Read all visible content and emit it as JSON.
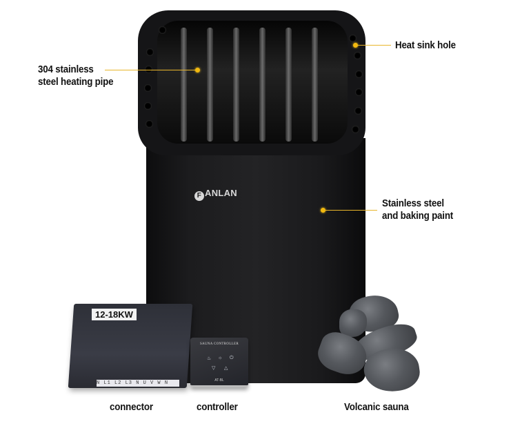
{
  "callouts": [
    {
      "id": "heating-pipe",
      "lines": [
        "304 stainless",
        "steel heating pipe"
      ]
    },
    {
      "id": "heat-sink-hole",
      "lines": [
        "Heat sink hole"
      ]
    },
    {
      "id": "baking-paint",
      "lines": [
        "Stainless steel",
        "and baking paint"
      ]
    }
  ],
  "product": {
    "brand": "ANLAN",
    "brand_logo_letter": "F"
  },
  "connector": {
    "power_label": "12-18KW",
    "terminal_text": "N L1 L2 L3 N U V W N",
    "caption": "connector"
  },
  "controller": {
    "title": "SAUNA CONTROLLER",
    "model": "AT-BL",
    "caption": "controller"
  },
  "stones": {
    "caption": "Volcanic sauna"
  },
  "colors": {
    "callout_accent": "#f2b90f",
    "heater_body": "#1c1c1e"
  }
}
